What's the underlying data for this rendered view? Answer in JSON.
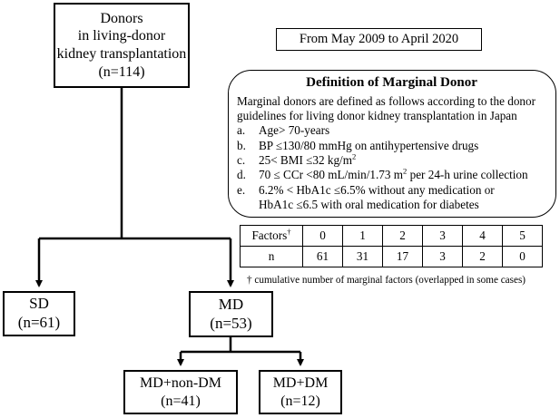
{
  "donors_box": {
    "line1": "Donors",
    "line2": "in living-donor",
    "line3": "kidney transplantation",
    "line4": "(n=114)"
  },
  "period_box": {
    "text": "From May 2009 to April 2020"
  },
  "definition": {
    "title": "Definition of Marginal Donor",
    "intro": "Marginal donors are defined as follows according to the donor guidelines for living donor kidney transplantation in Japan",
    "items": [
      {
        "letter": "a.",
        "text": "Age> 70-years"
      },
      {
        "letter": "b.",
        "text": "BP ≤130/80 mmHg on antihypertensive drugs"
      },
      {
        "letter": "c.",
        "text": "25< BMI ≤32 kg/m",
        "sup": "2"
      },
      {
        "letter": "d.",
        "text": "70 ≤ CCr <80 mL/min/1.73 m",
        "sup": "2",
        "suffix": " per 24-h urine collection"
      },
      {
        "letter": "e.",
        "text": "6.2% < HbA1c ≤6.5% without any medication or",
        "line2": "HbA1c ≤6.5 with oral medication for diabetes"
      }
    ]
  },
  "factors_table": {
    "header_label": "Factors",
    "dagger": "†",
    "row_label": "n",
    "columns": [
      "0",
      "1",
      "2",
      "3",
      "4",
      "5"
    ],
    "counts": [
      "61",
      "31",
      "17",
      "3",
      "2",
      "0"
    ]
  },
  "footnote": {
    "dagger": "†",
    "text": " cumulative number of marginal factors (overlapped in some cases)"
  },
  "sd_box": {
    "label": "SD",
    "n": "(n=61)"
  },
  "md_box": {
    "label": "MD",
    "n": "(n=53)"
  },
  "md_nondm_box": {
    "label": "MD+non-DM",
    "n": "(n=41)"
  },
  "md_dm_box": {
    "label": "MD+DM",
    "n": "(n=12)"
  }
}
